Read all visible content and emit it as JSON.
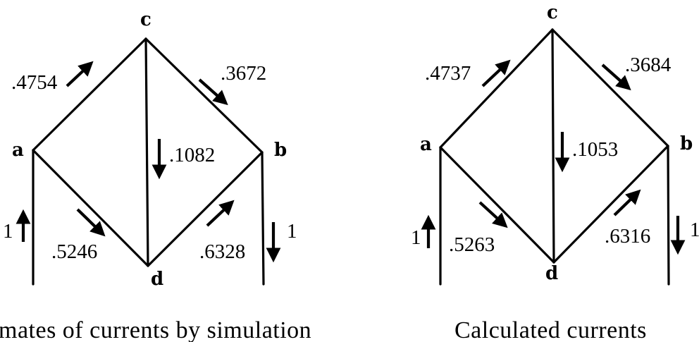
{
  "left": {
    "caption": "mates of currents by simulation",
    "nodes": {
      "a": "a",
      "b": "b",
      "c": "c",
      "d": "d"
    },
    "currents": {
      "ac": ".4754",
      "cb": ".3672",
      "cd": ".1082",
      "ad": ".5246",
      "db": ".6328",
      "in": "1",
      "out": "1"
    }
  },
  "right": {
    "caption": "Calculated currents",
    "nodes": {
      "a": "a",
      "b": "b",
      "c": "c",
      "d": "d"
    },
    "currents": {
      "ac": ".4737",
      "cb": ".3684",
      "cd": ".1053",
      "ad": ".5263",
      "db": ".6316",
      "in": "1",
      "out": "1"
    }
  }
}
